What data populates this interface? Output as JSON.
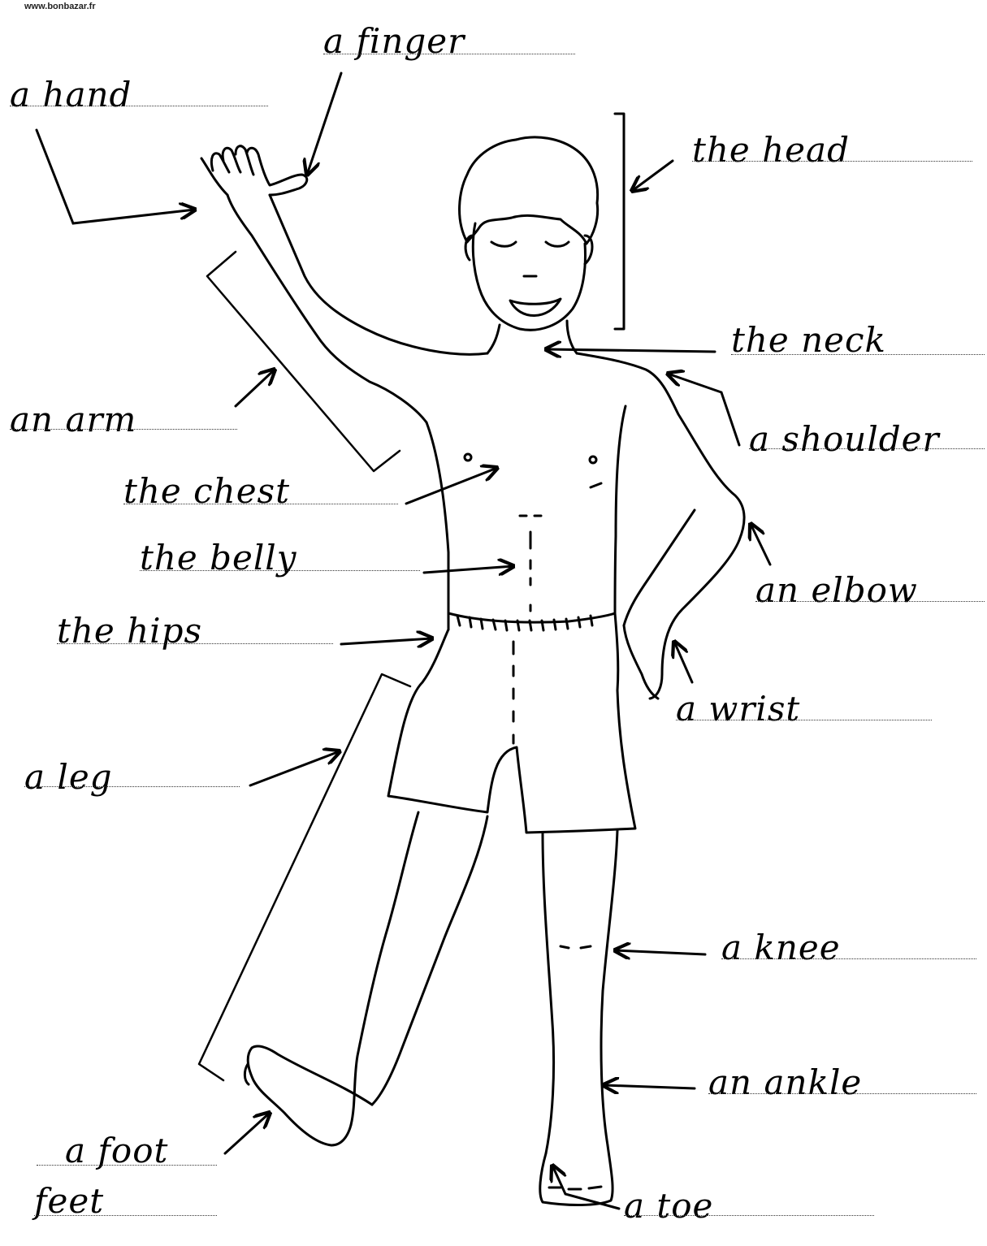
{
  "watermark": "www.bonbazar.fr",
  "labels": {
    "finger": "a finger",
    "hand": "a hand",
    "head": "the head",
    "neck": "the neck",
    "arm": "an arm",
    "shoulder": "a shoulder",
    "chest": "the chest",
    "belly": "the belly",
    "elbow": "an elbow",
    "hips": "the hips",
    "wrist": "a wrist",
    "leg": "a leg",
    "knee": "a knee",
    "ankle": "an ankle",
    "foot": "a foot",
    "feet": "feet",
    "toe": "a toe"
  }
}
